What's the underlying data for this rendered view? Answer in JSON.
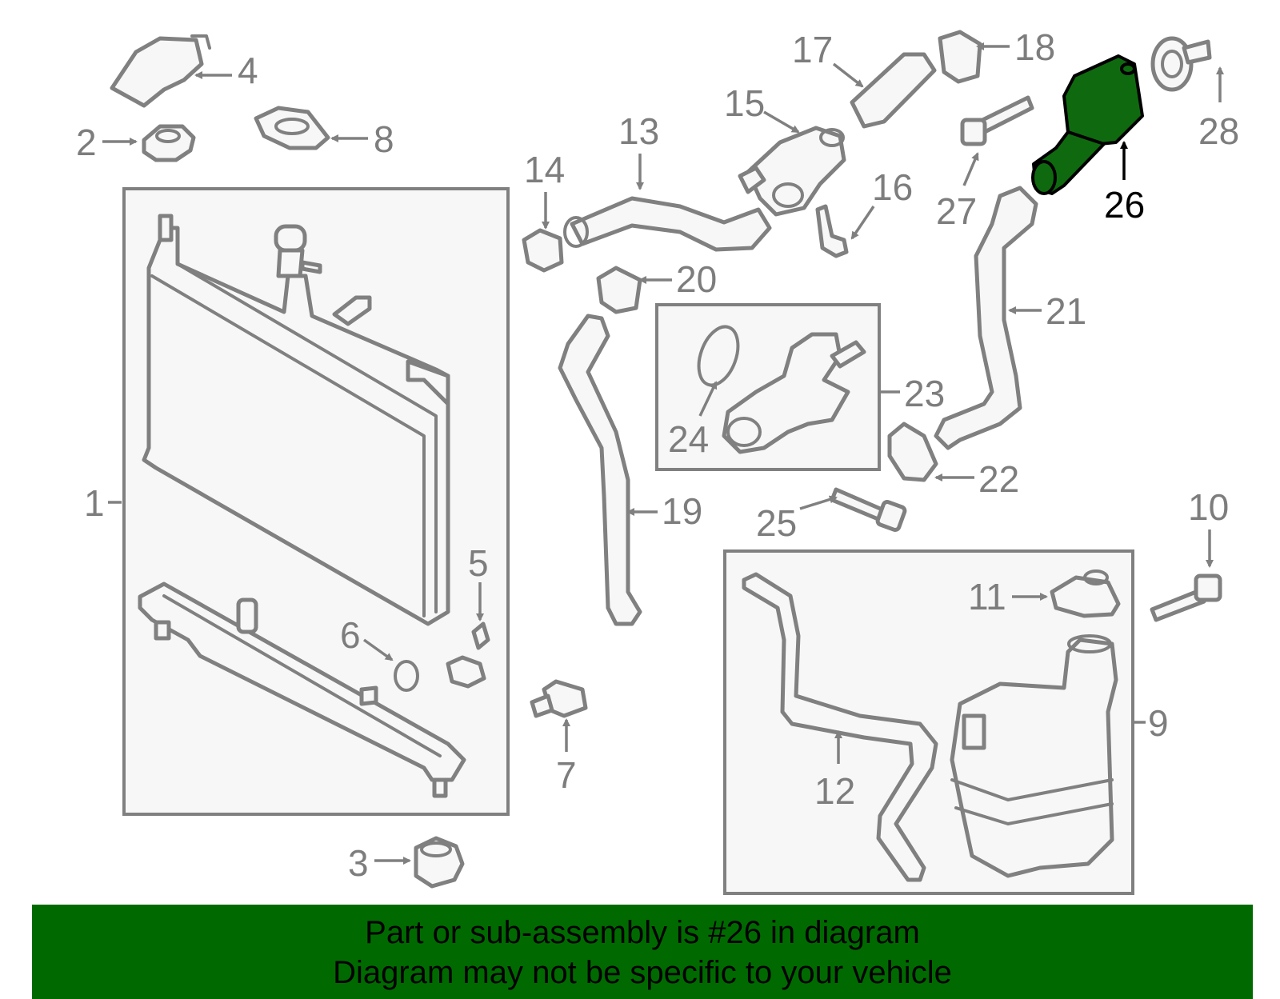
{
  "diagram": {
    "highlighted_part": "26",
    "callouts": [
      "1",
      "2",
      "3",
      "4",
      "5",
      "6",
      "7",
      "8",
      "9",
      "10",
      "11",
      "12",
      "13",
      "14",
      "15",
      "16",
      "17",
      "18",
      "19",
      "20",
      "21",
      "22",
      "23",
      "24",
      "25",
      "26",
      "27",
      "28"
    ]
  },
  "banner": {
    "line1": "Part or sub-assembly is #26 in diagram",
    "line2": "Diagram may not be specific to your vehicle"
  },
  "colors": {
    "banner_bg": "#006a00",
    "highlight": "#0f6a0f",
    "line": "#808080"
  }
}
